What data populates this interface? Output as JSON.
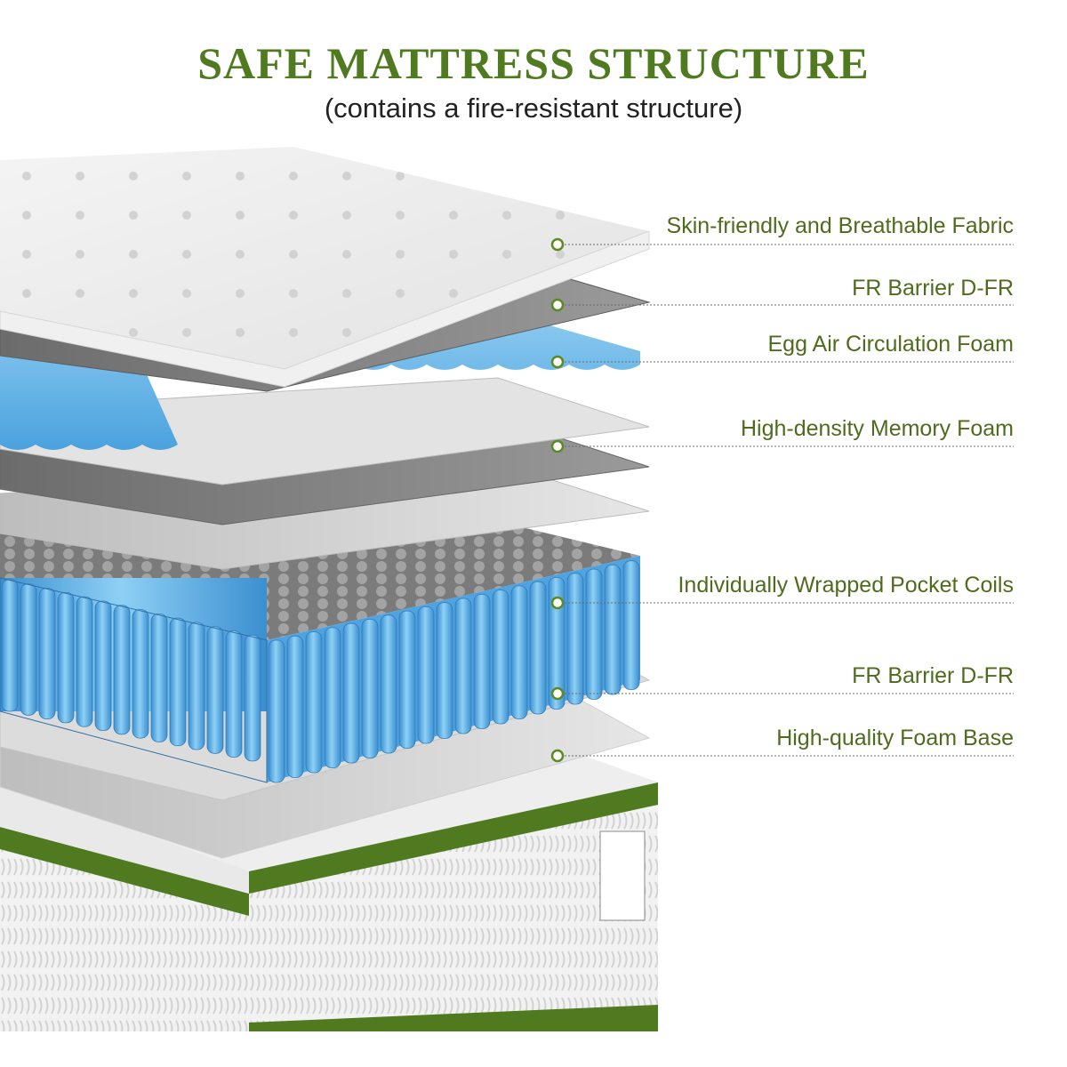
{
  "header": {
    "title": "SAFE MATTRESS STRUCTURE",
    "subtitle": "(contains a fire-resistant structure)"
  },
  "colors": {
    "accent": "#5a8a22",
    "label_text": "#4f6b1d",
    "title": "#4f7a1f",
    "memory_blue": "#62b2e6",
    "coil_blue": "#4fa3e0",
    "gray_sheet": "#7f7f7f",
    "border_green": "#4f7a1f"
  },
  "layers": [
    {
      "label": "Skin-friendly and Breathable Fabric",
      "icon": "bullet-dot-icon"
    },
    {
      "label": "FR Barrier D-FR",
      "icon": "bullet-dot-icon"
    },
    {
      "label": "Egg Air Circulation Foam",
      "icon": "bullet-dot-icon"
    },
    {
      "label": "High-density Memory Foam",
      "icon": "bullet-dot-icon"
    },
    {
      "label": "Individually Wrapped Pocket Coils",
      "icon": "bullet-dot-icon"
    },
    {
      "label": "FR Barrier D-FR",
      "icon": "bullet-dot-icon"
    },
    {
      "label": "High-quality Foam Base",
      "icon": "bullet-dot-icon"
    }
  ]
}
